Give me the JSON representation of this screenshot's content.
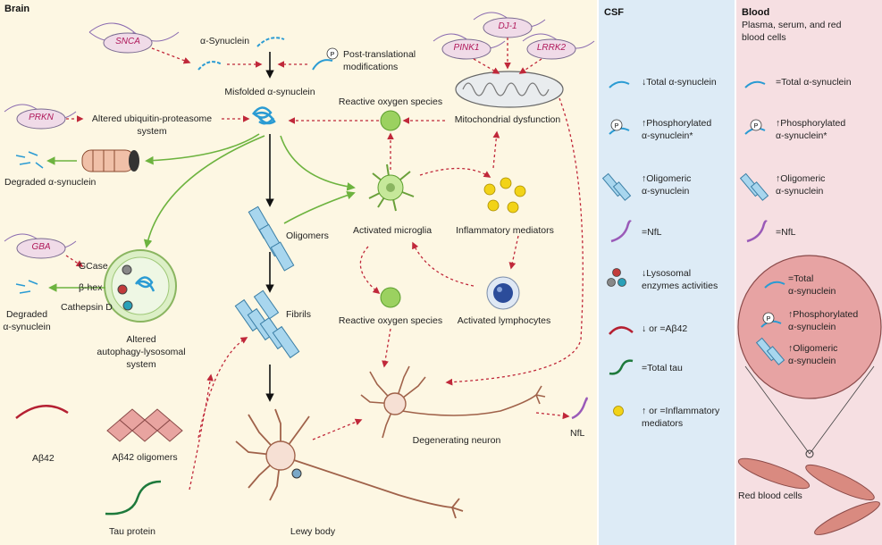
{
  "brain": {
    "header": "Brain",
    "genes": {
      "snca": "SNCA",
      "prkn": "PRKN",
      "gba": "GBA",
      "pink1": "PINK1",
      "dj1": "DJ-1",
      "lrrk2": "LRRK2"
    },
    "labels": {
      "alpha_synuclein": "α-Synuclein",
      "ptm_1": "Post-translational",
      "ptm_2": "modifications",
      "misfolded": "Misfolded α-synuclein",
      "ups_1": "Altered ubiquitin-proteasome",
      "ups_2": "system",
      "ros_top": "Reactive oxygen species",
      "mito": "Mitochondrial dysfunction",
      "degraded_top": "Degraded α-synuclein",
      "gcase": "GCase",
      "bhex": "β-hex",
      "cathepsin": "Cathepsin D",
      "degraded_bottom_1": "Degraded",
      "degraded_bottom_2": "α-synuclein",
      "als_1": "Altered",
      "als_2": "autophagy-lysosomal",
      "als_3": "system",
      "oligomers": "Oligomers",
      "fibrils": "Fibrils",
      "microglia": "Activated microglia",
      "inflam": "Inflammatory mediators",
      "ros_mid": "Reactive oxygen species",
      "lymph": "Activated lymphocytes",
      "degen": "Degenerating neuron",
      "nfl": "NfL",
      "ab42": "Aβ42",
      "ab42_olig": "Aβ42 oligomers",
      "tau": "Tau protein",
      "lewy": "Lewy body"
    }
  },
  "csf": {
    "header": "CSF",
    "items": [
      {
        "l1": "↓Total α-synuclein",
        "l2": ""
      },
      {
        "l1": "↑Phosphorylated",
        "l2": "α-synuclein*"
      },
      {
        "l1": "↑Oligomeric",
        "l2": "α-synuclein"
      },
      {
        "l1": "=NfL",
        "l2": ""
      },
      {
        "l1": "↓Lysosomal",
        "l2": "enzymes activities"
      },
      {
        "l1": "↓ or =Aβ42",
        "l2": ""
      },
      {
        "l1": "=Total tau",
        "l2": ""
      },
      {
        "l1": "↑ or =Inflammatory",
        "l2": "mediators"
      }
    ]
  },
  "blood": {
    "header": "Blood",
    "sub_1": "Plasma, serum, and red",
    "sub_2": "blood cells",
    "items": [
      {
        "l1": "=Total α-synuclein",
        "l2": ""
      },
      {
        "l1": "↑Phosphorylated",
        "l2": "α-synuclein*"
      },
      {
        "l1": "↑Oligomeric",
        "l2": "α-synuclein"
      },
      {
        "l1": "=NfL",
        "l2": ""
      }
    ],
    "rbc_circle": [
      {
        "l1": "=Total",
        "l2": "α-synuclein"
      },
      {
        "l1": "↑Phosphorylated",
        "l2": "α-synuclein"
      },
      {
        "l1": "↑Oligomeric",
        "l2": "α-synuclein"
      }
    ],
    "rbc_label": "Red blood cells"
  },
  "colors": {
    "brain_bg": "#fdf7e3",
    "csf_bg": "#ddebf6",
    "blood_bg": "#f6dfe2",
    "dashed_arrow": "#c0283a",
    "green_arrow": "#6db33f",
    "synuclein": "#2a9bd3",
    "gene": "#b0195a"
  }
}
